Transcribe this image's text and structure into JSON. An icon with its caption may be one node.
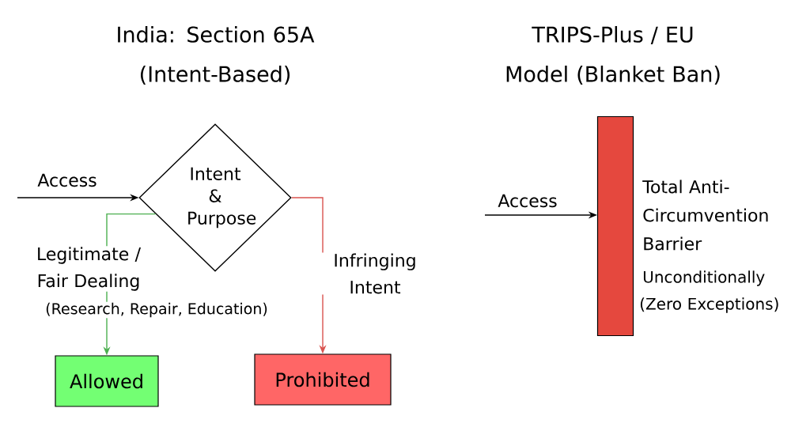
{
  "diagram": {
    "nodes": [
      {
        "text": [
          "Intent & Purpose"
        ]
      },
      {
        "text": [
          "Allowed"
        ]
      },
      {
        "text": [
          "Prohibited"
        ]
      },
      {
        "text": [],
        "shape": "bar",
        "beside": [
          "Total Anti-Circumvention Barrier",
          "Unconditionally",
          "(Zero Exceptions)"
        ]
      }
    ],
    "edges": [
      {
        "from": null,
        "to": 0,
        "arrow": "to",
        "label": "Access"
      },
      {
        "from": 0,
        "to": 1,
        "arrow": "to",
        "label": "Legitimate / Fair Dealing",
        "color": "#4caf50"
      },
      {
        "from": 0,
        "to": 2,
        "arrow": "to",
        "label": "Infringing Intent",
        "color": "#d9534f"
      },
      {
        "from": null,
        "to": 3,
        "arrow": "to",
        "label": "Access"
      }
    ],
    "labels": [
      "India: Section 65A (Intent-Based)",
      "TRIPS-Plus / EU Model (Blanket Ban)",
      "(Research, Repair, Education)"
    ]
  }
}
